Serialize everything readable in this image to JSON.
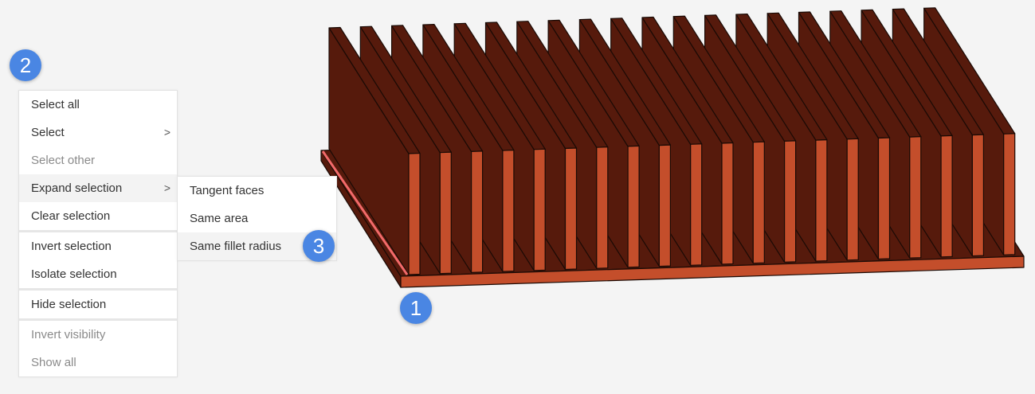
{
  "context_menu": {
    "items": [
      {
        "label": "Select all",
        "disabled": false
      },
      {
        "label": "Select",
        "disabled": false,
        "submenu": true
      },
      {
        "label": "Select other",
        "disabled": true
      },
      {
        "label": "Expand selection",
        "disabled": false,
        "submenu": true,
        "hovered": true
      },
      {
        "label": "Clear selection",
        "disabled": false
      },
      {
        "label": "Invert selection",
        "disabled": false
      },
      {
        "label": "Isolate selection",
        "disabled": false
      },
      {
        "label": "Hide selection",
        "disabled": false
      },
      {
        "label": "Invert visibility",
        "disabled": true
      },
      {
        "label": "Show all",
        "disabled": true
      }
    ],
    "chevron": ">"
  },
  "submenu": {
    "items": [
      {
        "label": "Tangent faces"
      },
      {
        "label": "Same area"
      },
      {
        "label": "Same fillet radius",
        "hovered": true
      }
    ]
  },
  "badges": {
    "one": "1",
    "two": "2",
    "three": "3"
  },
  "model": {
    "fin_count": 20,
    "colors": {
      "side": "#561a0c",
      "front": "#c44e2b",
      "edge": "#1a0a05",
      "highlight": "#f26a6a",
      "badge": "#4a86e3"
    }
  }
}
